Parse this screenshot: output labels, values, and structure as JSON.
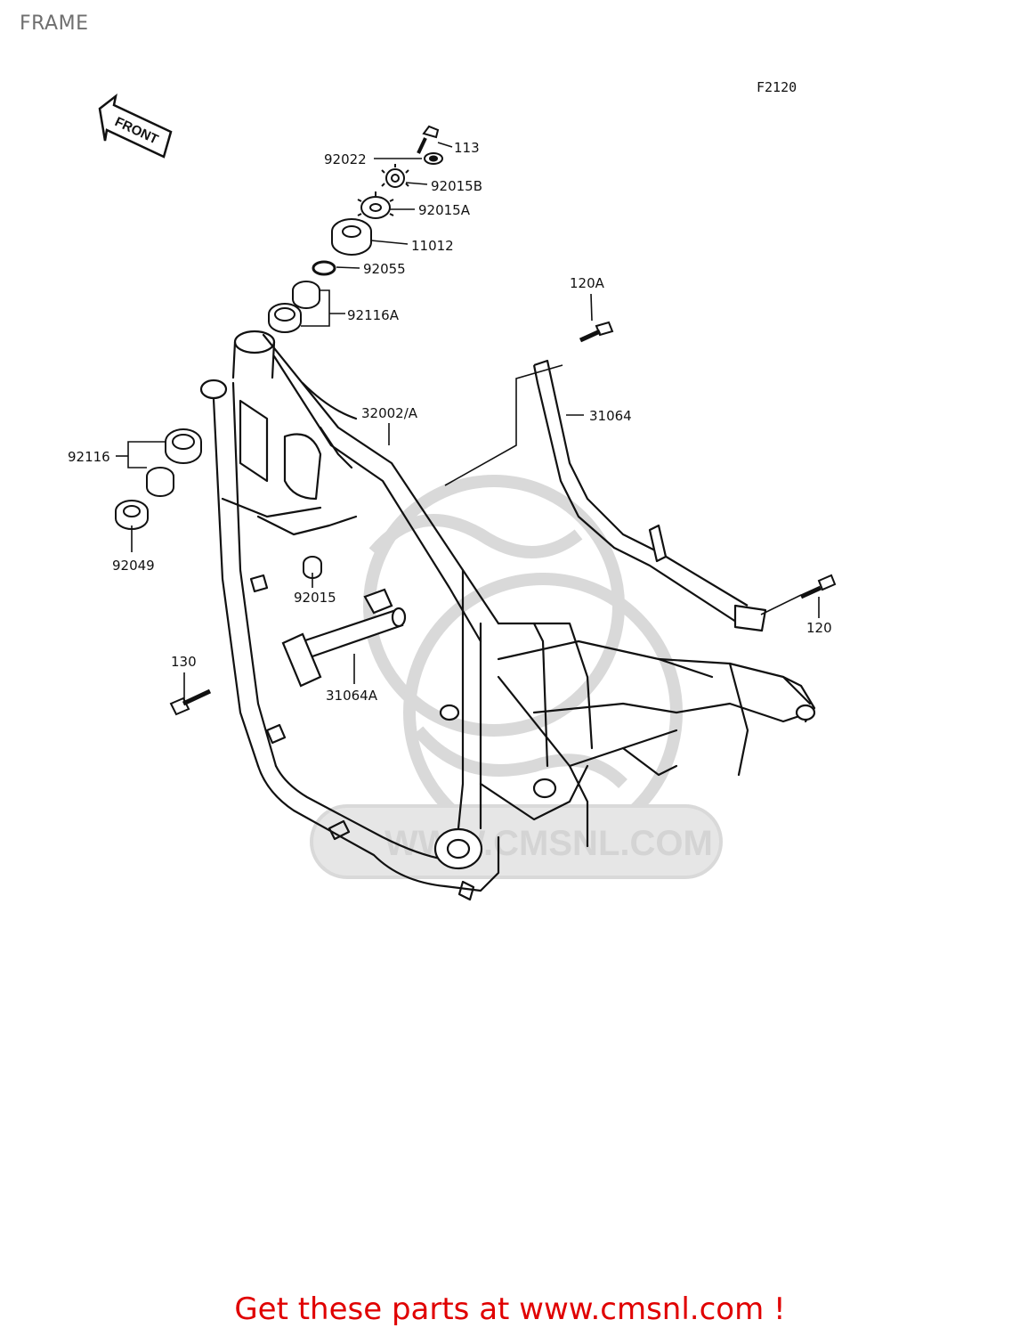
{
  "page_title": "FRAME",
  "diagram_code": "F2120",
  "front_label": "FRONT",
  "watermark_text": "WWW.CMSNL.COM",
  "labels": {
    "p113": "113",
    "p92022": "92022",
    "p92015B": "92015B",
    "p92015A": "92015A",
    "p11012": "11012",
    "p92055": "92055",
    "p92116A": "92116A",
    "p120A": "120A",
    "p31064": "31064",
    "p32002A": "32002/A",
    "p92116": "92116",
    "p92049": "92049",
    "p92015": "92015",
    "p120": "120",
    "p130": "130",
    "p31064A": "31064A"
  },
  "footer_cta": "Get these parts at www.cmsnl.com !",
  "colors": {
    "line": "#111111",
    "watermark": "#d4d4d4",
    "cta": "#e00000",
    "title": "#6f6f6f"
  }
}
